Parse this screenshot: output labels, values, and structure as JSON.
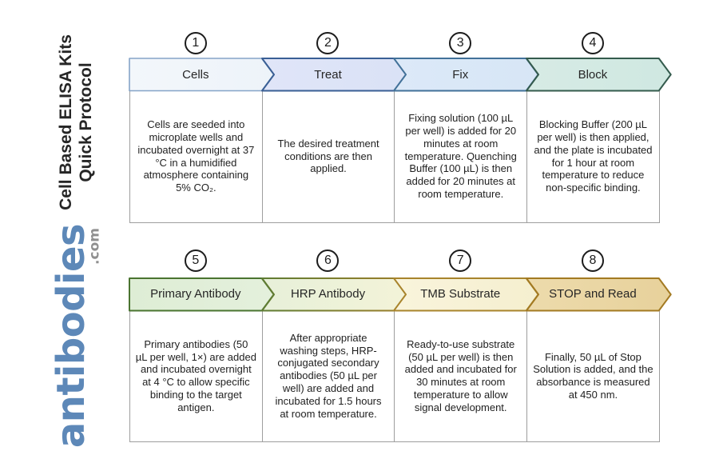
{
  "sidebar": {
    "title_lines": [
      "Cell Based ELISA Kits",
      "Quick Protocol"
    ],
    "logo_text": "antibodies",
    "logo_suffix": ".com",
    "logo_color": "#5d88b8",
    "logo_suffix_color": "#8f8f8f"
  },
  "steps": [
    {
      "number": "1",
      "title": "Cells",
      "fill_left": "#f3f7fb",
      "fill_right": "#edf3f9",
      "border_left": "#85a4c8",
      "border_right": "#85a4c8",
      "lines": [
        "Cells are seeded into",
        "microplate wells and",
        "incubated overnight at 37",
        "°C in a humidified",
        "atmosphere containing",
        "5% CO₂."
      ]
    },
    {
      "number": "2",
      "title": "Treat",
      "fill_left": "#e0e5f8",
      "fill_right": "#dae2f6",
      "border_left": "#3a5f95",
      "border_right": "#3a5f95",
      "lines": [
        "The desired treatment",
        "conditions are then",
        "applied."
      ]
    },
    {
      "number": "3",
      "title": "Fix",
      "fill_left": "#dce9f8",
      "fill_right": "#d7e6f6",
      "border_left": "#427199",
      "border_right": "#427199",
      "lines": [
        "Fixing solution (100 µL",
        "per well) is added for 20",
        "minutes at room",
        "temperature. Quenching",
        "Buffer (100 µL) is then",
        "added for 20 minutes at",
        "room temperature."
      ]
    },
    {
      "number": "4",
      "title": "Block",
      "fill_left": "#d7ebe5",
      "fill_right": "#cfe8e1",
      "border_left": "#345b4d",
      "border_right": "#345b4d",
      "lines": [
        "Blocking Buffer (200 µL",
        "per well) is then applied,",
        "and the plate is incubated",
        "for 1 hour at room",
        "temperature to reduce",
        "non-specific binding."
      ]
    },
    {
      "number": "5",
      "title": "Primary Antibody",
      "fill_left": "#deedd5",
      "fill_right": "#e4f0dc",
      "border_left": "#4a7430",
      "border_right": "#4a7430",
      "lines": [
        "Primary antibodies (50",
        "µL per well, 1×) are added",
        "and incubated overnight",
        "at 4 °C to allow specific",
        "binding to the target",
        "antigen."
      ]
    },
    {
      "number": "6",
      "title": "HRP Antibody",
      "fill_left": "#e7f0d9",
      "fill_right": "#f3f3d8",
      "border_left": "#5e7c33",
      "border_right": "#9d7f2b",
      "lines": [
        "After appropriate",
        "washing steps, HRP-",
        "conjugated secondary",
        "antibodies (50 µL per",
        "well) are added and",
        "incubated for 1.5 hours",
        "at room temperature."
      ]
    },
    {
      "number": "7",
      "title": "TMB Substrate",
      "fill_left": "#f9f4dc",
      "fill_right": "#f5efcf",
      "border_left": "#a8842c",
      "border_right": "#a8842c",
      "lines": [
        "Ready-to-use substrate",
        "(50 µL per well) is then",
        "added and incubated for",
        "30 minutes at room",
        "temperature to allow",
        "signal development."
      ]
    },
    {
      "number": "8",
      "title": "STOP and Read",
      "fill_left": "#eddbac",
      "fill_right": "#e7d19b",
      "border_left": "#a37a22",
      "border_right": "#a37a22",
      "lines": [
        "Finally, 50 µL of Stop",
        "Solution is added, and the",
        "absorbance is measured",
        "at 450 nm."
      ]
    }
  ]
}
